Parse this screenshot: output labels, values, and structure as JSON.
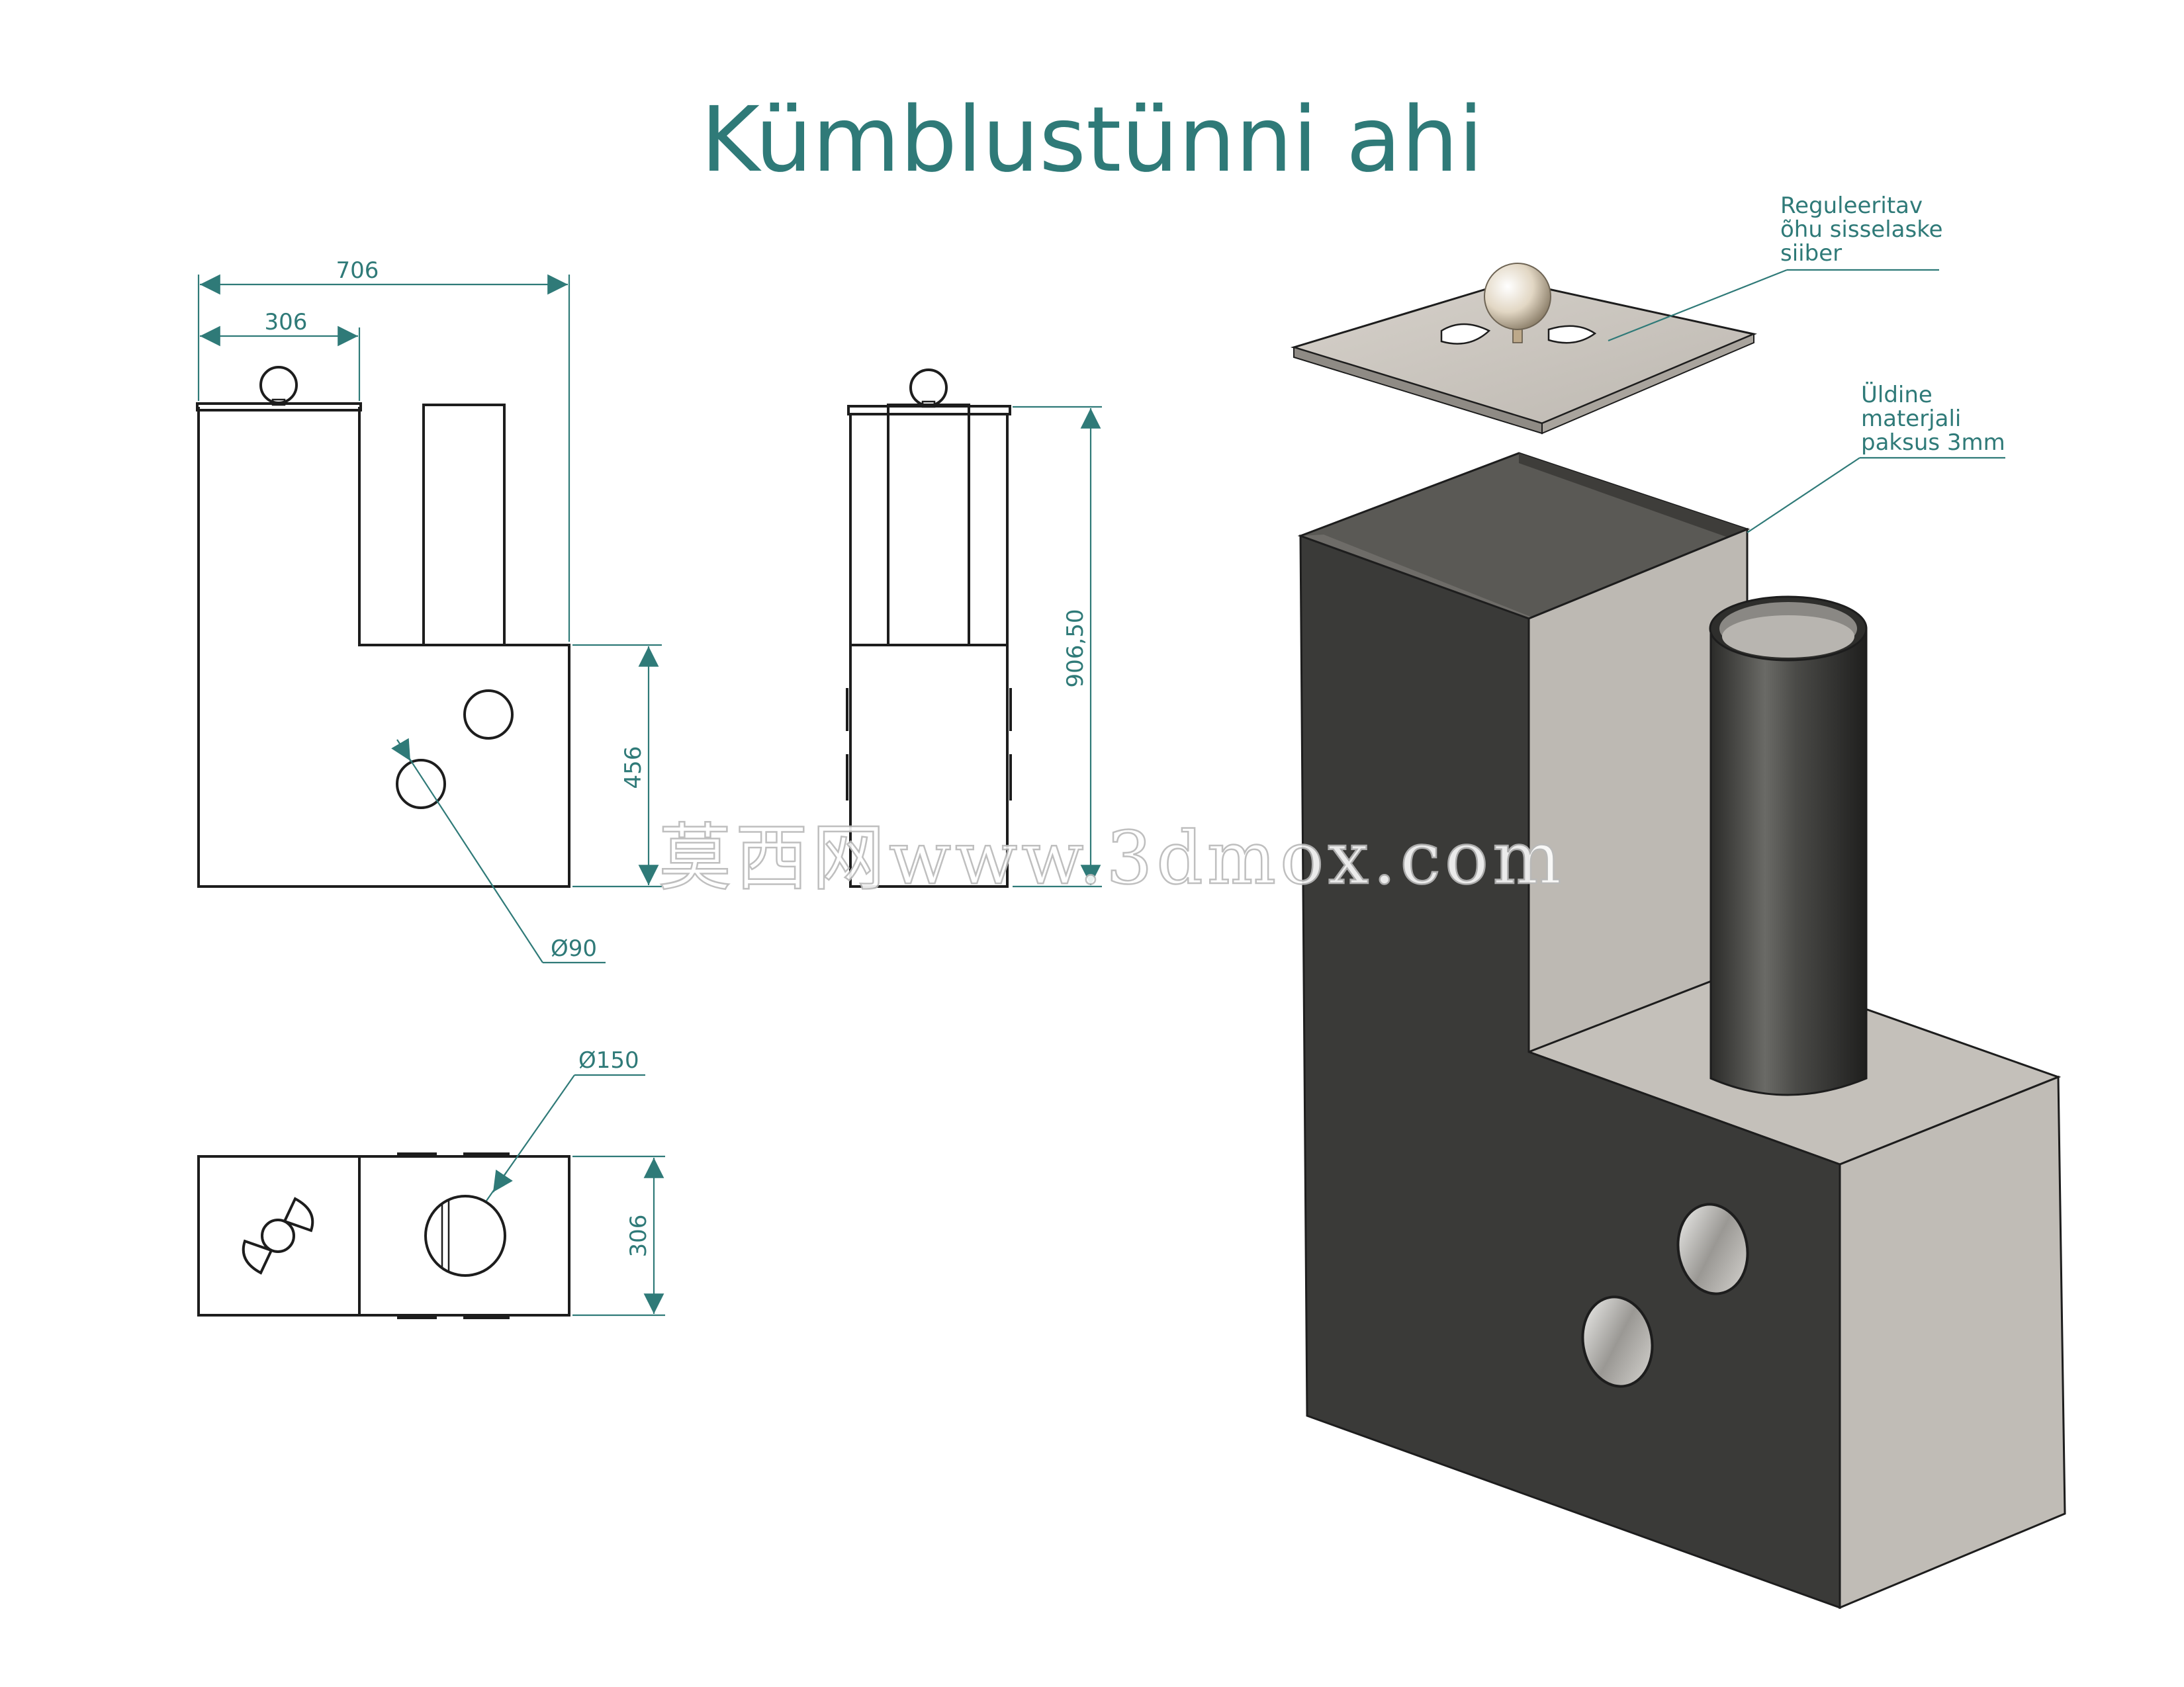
{
  "title": "Kümblustünni ahi",
  "dimensions": {
    "front_width_total": "706",
    "front_width_top": "306",
    "firebox_height": "456",
    "hole_diameter": "Ø90",
    "total_height": "906,50",
    "chimney_diameter": "Ø150",
    "depth": "306"
  },
  "annotations": {
    "damper": [
      "Reguleeritav",
      "õhu sisselaske",
      "siiber"
    ],
    "material": [
      "Üldine",
      "materjali",
      "paksus 3mm"
    ]
  },
  "watermark": "莫西网www.3dmox.com",
  "colors": {
    "accent": "#2f7a78",
    "steel_dark": "#3a3a38",
    "steel_light": "#c8c4be"
  }
}
